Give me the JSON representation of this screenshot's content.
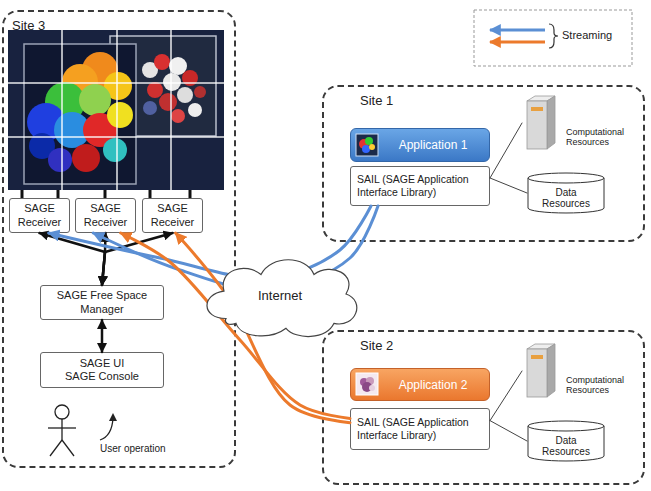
{
  "diagram": {
    "nodes": [
      {
        "text": [
          "Site 3"
        ]
      },
      {
        "text": [
          "SAGE Receiver"
        ],
        "in": 0
      },
      {
        "text": [
          "SAGE Receiver"
        ],
        "in": 0
      },
      {
        "text": [
          "SAGE Receiver"
        ],
        "in": 0
      },
      {
        "text": [
          "SAGE Free Space Manager"
        ],
        "in": 0
      },
      {
        "text": [
          "SAGE UI",
          "SAGE Console"
        ],
        "in": 0
      },
      {
        "text": [
          "Internet"
        ]
      },
      {
        "text": [
          "Site 1"
        ]
      },
      {
        "text": [
          "Application 1"
        ],
        "in": 7
      },
      {
        "text": [
          "SAIL (SAGE Application Interface Library)"
        ],
        "in": 7
      },
      {
        "text": [
          "Computational Resources"
        ],
        "in": 7
      },
      {
        "text": [
          "Data Resources"
        ],
        "in": 7
      },
      {
        "text": [
          "Site 2"
        ]
      },
      {
        "text": [
          "Application 2"
        ],
        "in": 12
      },
      {
        "text": [
          "SAIL (SAGE Application Interface Library)"
        ],
        "in": 12
      },
      {
        "text": [
          "Computational Resources"
        ],
        "in": 12
      },
      {
        "text": [
          "Data Resources"
        ],
        "in": 12
      }
    ],
    "edges": [
      {
        "from": 4,
        "to": 1,
        "arrow": "both"
      },
      {
        "from": 4,
        "to": 2,
        "arrow": "both"
      },
      {
        "from": 4,
        "to": 3,
        "arrow": "both"
      },
      {
        "from": 4,
        "to": 5,
        "arrow": "both"
      },
      {
        "from": 9,
        "to": 10,
        "arrow": "none"
      },
      {
        "from": 9,
        "to": 11,
        "arrow": "none"
      },
      {
        "from": 9,
        "to": 1,
        "arrow": "to"
      },
      {
        "from": 9,
        "to": 2,
        "arrow": "to"
      },
      {
        "from": 14,
        "to": 15,
        "arrow": "none"
      },
      {
        "from": 14,
        "to": 16,
        "arrow": "none"
      },
      {
        "from": 14,
        "to": 2,
        "arrow": "to"
      },
      {
        "from": 14,
        "to": 3,
        "arrow": "to"
      }
    ],
    "labels": [
      "User operation"
    ],
    "legend": [
      {
        "text": "Streaming"
      }
    ]
  }
}
